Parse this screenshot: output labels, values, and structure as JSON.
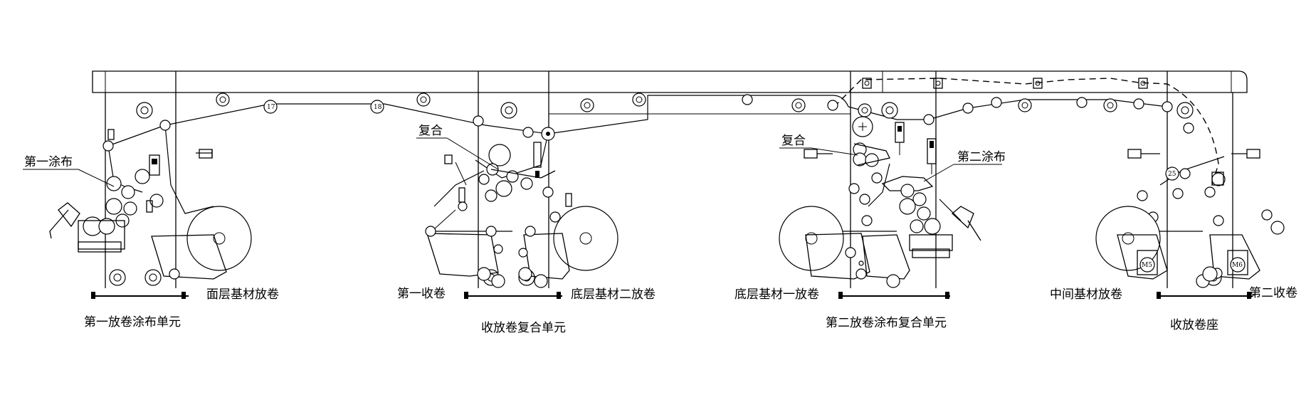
{
  "labels": {
    "coating1": "第一涂布",
    "compound_left": "复合",
    "compound_right": "复合",
    "coating2": "第二涂布",
    "face_unwind": "面层基材放卷",
    "first_rewind": "第一收卷",
    "bottom_unwind2": "底层基材二放卷",
    "bottom_unwind1": "底层基材一放卷",
    "middle_unwind": "中间基材放卷",
    "second_rewind": "第二收卷",
    "unit1": "第一放卷涂布单元",
    "unit2": "收放卷复合单元",
    "unit3": "第二放卷涂布复合单元",
    "unit4": "收放卷座"
  },
  "roller_numbers": {
    "n17": "17",
    "n18": "18",
    "n25": "25"
  },
  "motor_labels": {
    "m1": "M5",
    "m2": "M6"
  }
}
